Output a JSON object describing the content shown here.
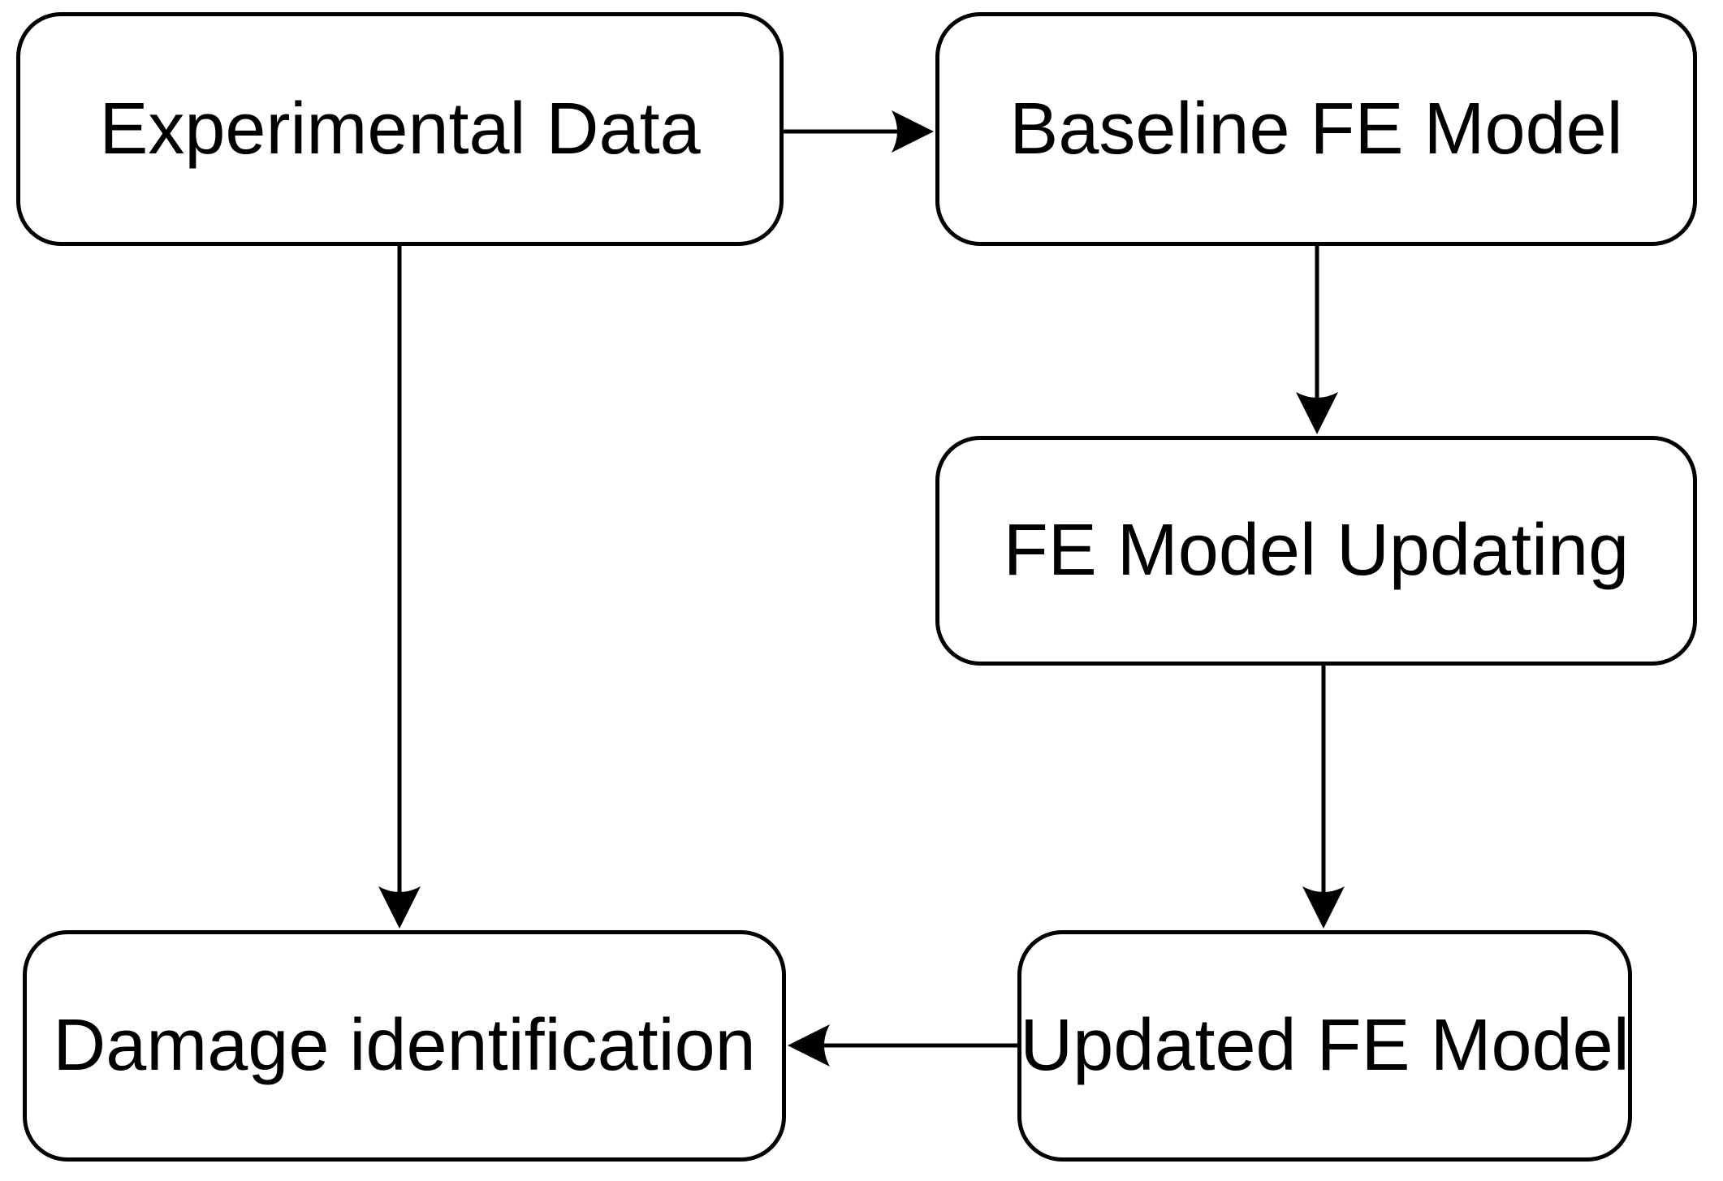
{
  "diagram": {
    "type": "flowchart",
    "colors": {
      "ink": "#000000",
      "background": "#ffffff"
    },
    "nodes": {
      "experimental_data": {
        "label": "Experimental Data"
      },
      "baseline_fe_model": {
        "label": "Baseline FE Model"
      },
      "fe_model_updating": {
        "label": "FE Model Updating"
      },
      "updated_fe_model": {
        "label": "Updated FE Model"
      },
      "damage_identification": {
        "label": "Damage identification"
      }
    },
    "edges": [
      {
        "from": "experimental_data",
        "to": "baseline_fe_model",
        "direction": "right"
      },
      {
        "from": "baseline_fe_model",
        "to": "fe_model_updating",
        "direction": "down"
      },
      {
        "from": "fe_model_updating",
        "to": "updated_fe_model",
        "direction": "down"
      },
      {
        "from": "updated_fe_model",
        "to": "damage_identification",
        "direction": "left"
      },
      {
        "from": "experimental_data",
        "to": "damage_identification",
        "direction": "down"
      }
    ]
  }
}
